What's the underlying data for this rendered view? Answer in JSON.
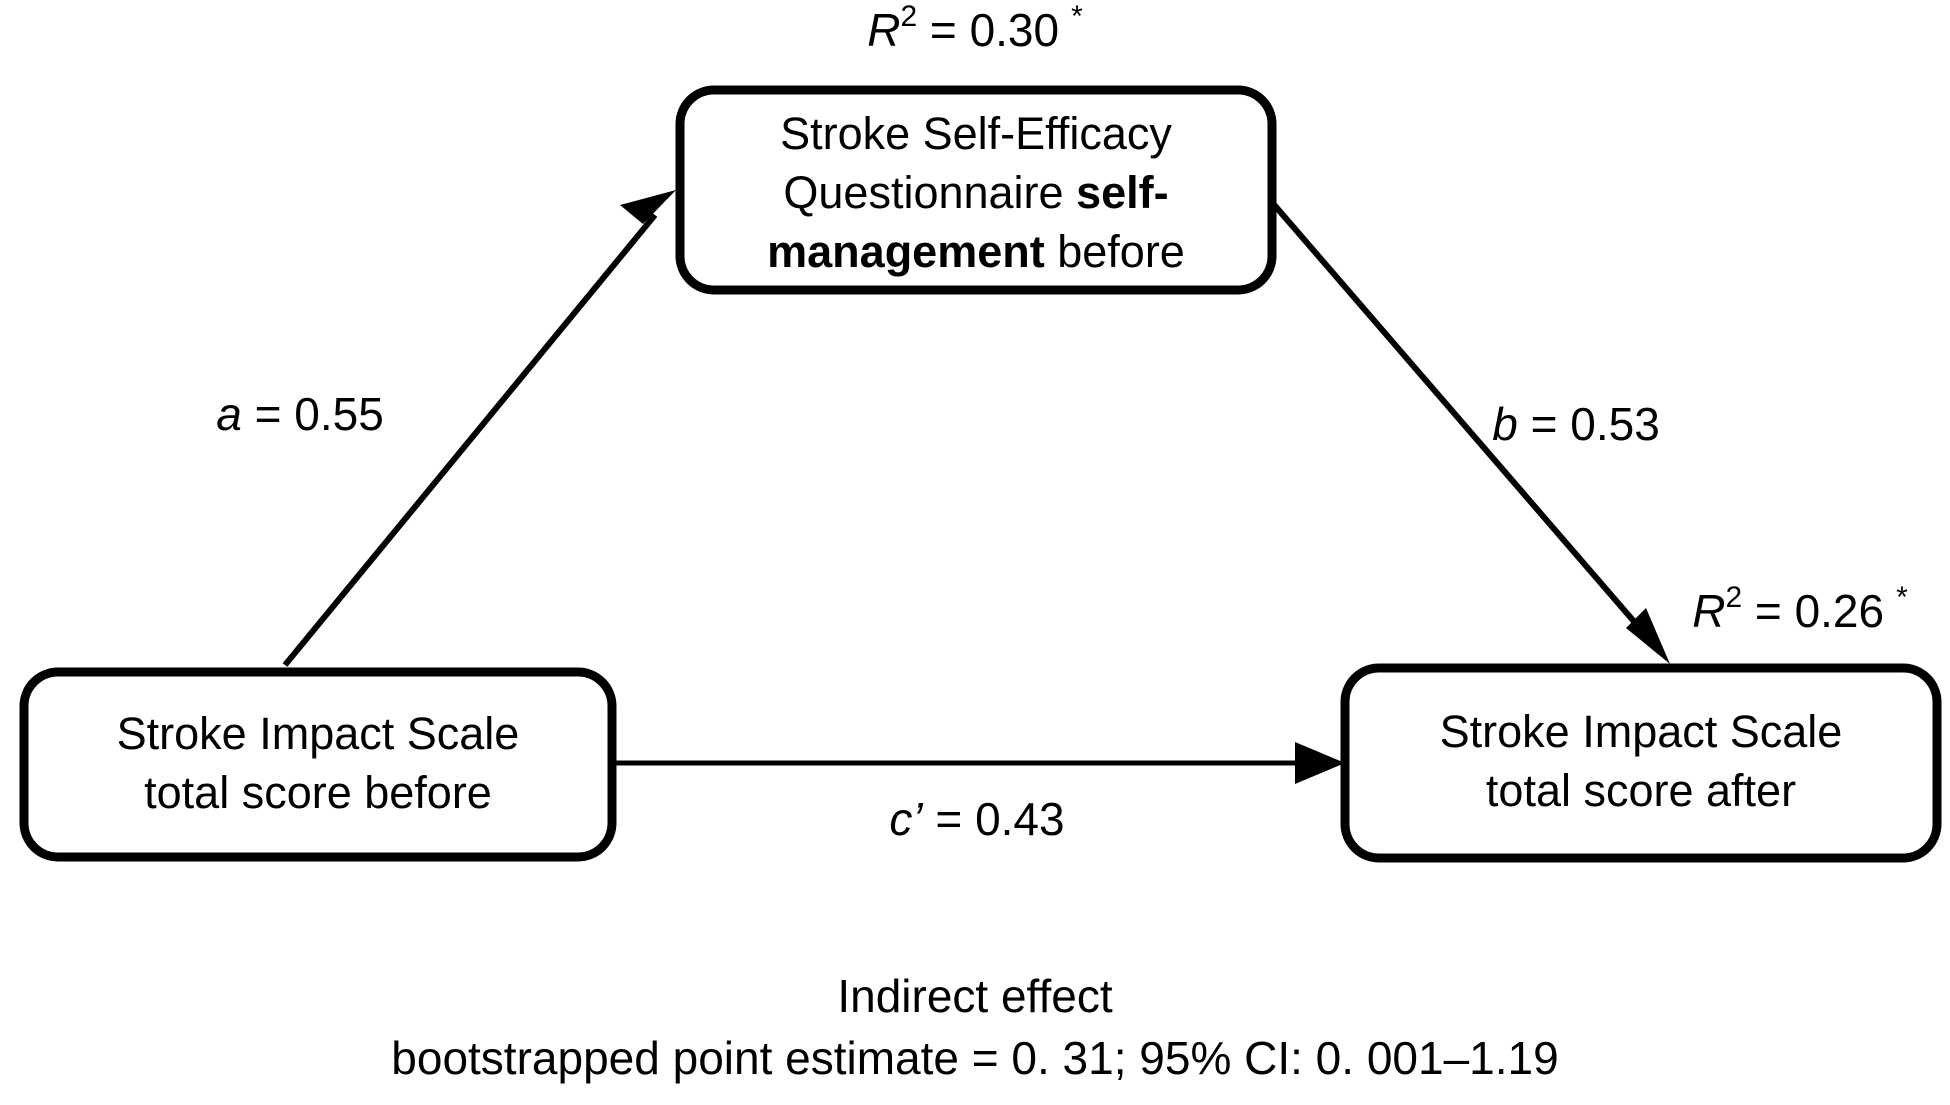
{
  "figure": {
    "type": "mediation-path-diagram",
    "background_color": "#ffffff",
    "line_color": "#000000"
  },
  "nodes": {
    "mediator": {
      "id": "mediator",
      "line1": "Stroke Self-Efficacy",
      "line2_regular": "Questionnaire ",
      "line2_bold": "self-",
      "line3_bold": "management",
      "line3_regular": " before"
    },
    "predictor": {
      "id": "predictor",
      "line1": "Stroke Impact Scale",
      "line2": "total score before"
    },
    "outcome": {
      "id": "outcome",
      "line1": "Stroke Impact Scale",
      "line2": "total score after"
    }
  },
  "paths": {
    "a": {
      "symbol": "a",
      "equals": " = ",
      "value": "0.55",
      "full": "a = 0.55",
      "from": "predictor",
      "to": "mediator"
    },
    "b": {
      "symbol": "b",
      "equals": " = ",
      "value": "0.53",
      "full": "b = 0.53",
      "from": "mediator",
      "to": "outcome"
    },
    "c_prime": {
      "symbol": "c",
      "prime": "’",
      "equals": " = ",
      "value": "0.43",
      "full": "c’ = 0.43",
      "from": "predictor",
      "to": "outcome"
    }
  },
  "r_squared": {
    "mediator": {
      "symbol": "R",
      "exponent": "2",
      "equals": " = ",
      "value": "0.30",
      "significance": "*",
      "full": "R2 = 0.30 *"
    },
    "outcome": {
      "symbol": "R",
      "exponent": "2",
      "equals": " = ",
      "value": "0.26",
      "significance": "*",
      "full": "R2 = 0.26 *"
    }
  },
  "caption": {
    "line1": "Indirect effect",
    "line2": "bootstrapped point estimate = 0. 31; 95% CI: 0. 001–1.19",
    "effect_estimate": "0. 31",
    "ci_level": "95%",
    "ci_lower": "0. 001",
    "ci_upper": "1.19"
  }
}
